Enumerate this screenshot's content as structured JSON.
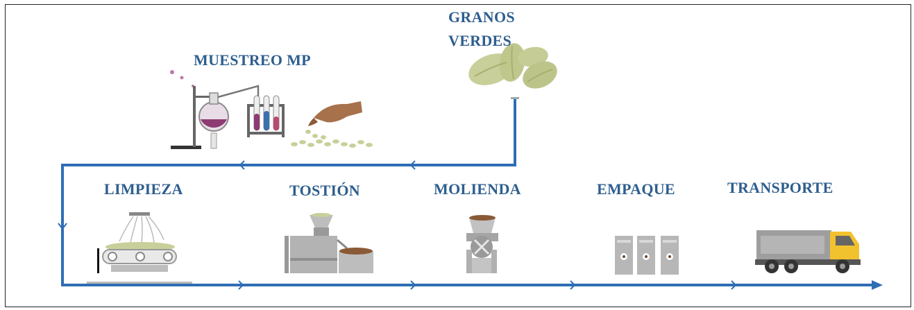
{
  "labels": {
    "granos_line1": "GRANOS",
    "granos_line2": "VERDES",
    "muestreo": "MUESTREO MP",
    "limpieza": "LIMPIEZA",
    "tostion": "TOSTIÓN",
    "molienda": "MOLIENDA",
    "empaque": "EMPAQUE",
    "transporte": "TRANSPORTE"
  },
  "colors": {
    "flow_line": "#2f6db5",
    "label_text": "#2e5e8e"
  }
}
